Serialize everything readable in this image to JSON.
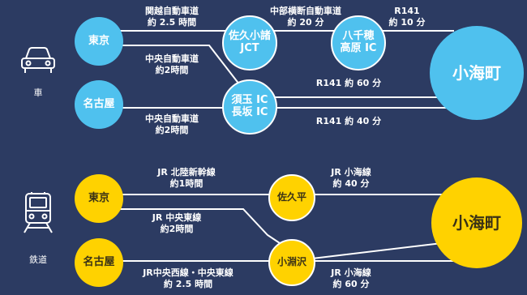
{
  "car": {
    "mode_label": "車",
    "nodes": {
      "tokyo": "東京",
      "nagoya": "名古屋",
      "saku_line1": "佐久小諸",
      "saku_line2": "JCT",
      "yachiho_line1": "八千穂",
      "yachiho_line2": "高原 IC",
      "sudama_line1": "須玉 IC",
      "sudama_line2": "長坂 IC",
      "koumi": "小海町"
    },
    "routes": {
      "kanetsu_name": "関越自動車道",
      "kanetsu_time": "約 2.5 時間",
      "chubu_name": "中部横断自動車道",
      "chubu_time": "約 20 分",
      "r141_a_name": "R141",
      "r141_a_time": "約 10 分",
      "chuo_tokyo_name": "中央自動車道",
      "chuo_tokyo_time": "約2時間",
      "r141_b": "R141 約 60 分",
      "chuo_nagoya_name": "中央自動車道",
      "chuo_nagoya_time": "約2時間",
      "r141_c": "R141 約 40 分"
    }
  },
  "rail": {
    "mode_label": "鉄道",
    "nodes": {
      "tokyo": "東京",
      "nagoya": "名古屋",
      "sakudaira": "佐久平",
      "kobuchizawa": "小淵沢",
      "koumi": "小海町"
    },
    "routes": {
      "hokuriku_name": "JR 北陸新幹線",
      "hokuriku_time": "約1時間",
      "chuo_east_name": "JR 中央東線",
      "chuo_east_time": "約2時間",
      "chuo_west_name": "JR中央西線・中央東線",
      "chuo_west_time": "約 2.5 時間",
      "koumi_a_name": "JR 小海線",
      "koumi_a_time": "約 40 分",
      "koumi_b_name": "JR 小海線",
      "koumi_b_time": "約 60 分"
    }
  },
  "colors": {
    "background": "#2c3b62",
    "car_node": "#4fc1ee",
    "rail_node": "#ffd200",
    "line": "#ffffff"
  }
}
